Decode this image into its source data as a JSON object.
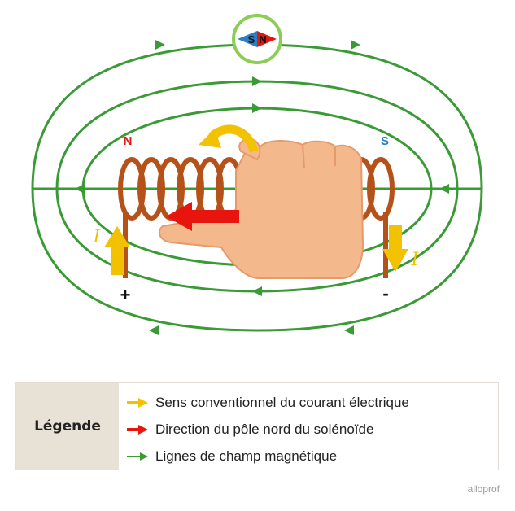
{
  "diagram": {
    "compass": {
      "south_label": "S",
      "north_label": "N"
    },
    "pole_left": "N",
    "pole_right": "S",
    "current_label_left": "I",
    "current_label_right": "I",
    "terminal_plus": "+",
    "terminal_minus": "-"
  },
  "legend": {
    "title": "Légende",
    "items": [
      {
        "label": "Sens conventionnel du courant électrique",
        "color": "#f2c200"
      },
      {
        "label": "Direction du pôle nord du solénoïde",
        "color": "#e8150f"
      },
      {
        "label": "Lignes de champ magnétique",
        "color": "#3a9a35"
      }
    ]
  },
  "brand": "alloprof",
  "colors": {
    "field": "#3a9a35",
    "coil": "#b5521a",
    "hand": "#f3b98c",
    "arrow_yellow": "#f2c200",
    "arrow_red": "#e8150f"
  }
}
